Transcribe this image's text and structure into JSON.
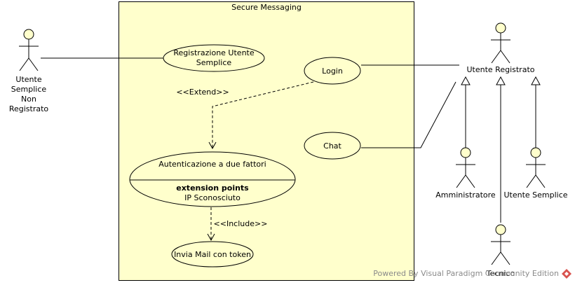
{
  "system": {
    "name": "Secure Messaging"
  },
  "actors": {
    "unregistered": {
      "lines": [
        "Utente",
        "Semplice",
        "Non",
        "Registrato"
      ]
    },
    "registered": {
      "name": "Utente Registrato"
    },
    "admin": {
      "name": "Amministratore"
    },
    "simple": {
      "name": "Utente Semplice"
    },
    "tech": {
      "name": "Tecnico"
    }
  },
  "usecases": {
    "registration": {
      "lines": [
        "Registrazione Utente",
        "Semplice"
      ]
    },
    "login": {
      "name": "Login"
    },
    "chat": {
      "name": "Chat"
    },
    "twofactor": {
      "name": "Autenticazione a due fattori",
      "ext_header": "extension points",
      "ext_point": "IP Sconosciuto"
    },
    "mail": {
      "name": "Invia Mail con token"
    }
  },
  "relations": {
    "extend": "<<Extend>>",
    "include": "<<Include>>"
  },
  "watermark": {
    "text": "Powered By Visual Paradigm Community Edition"
  },
  "colors": {
    "system_fill": "#FFFFCC",
    "actor_head": "#FFFFCC",
    "stroke": "#000000"
  }
}
